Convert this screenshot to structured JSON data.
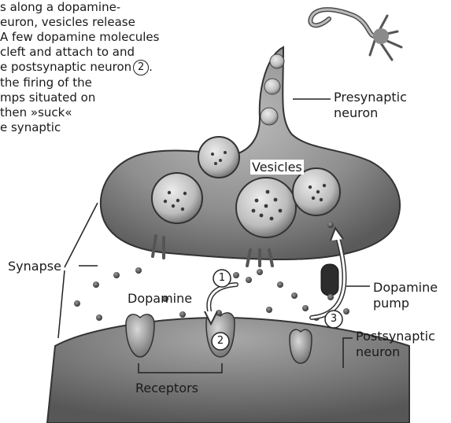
{
  "caption": {
    "lines": [
      "s along a dopamine-",
      "euron, vesicles release",
      "A few dopamine molecules",
      "cleft and attach to and",
      "e postsynaptic neuron",
      "the firing of the",
      "mps situated on",
      "then »suck«",
      "e synaptic"
    ],
    "step_ref": "2"
  },
  "labels": {
    "presynaptic": [
      "Presynaptic",
      "neuron"
    ],
    "vesicles": "Vesicles",
    "synapse": "Synapse",
    "dopamine": "Dopamine",
    "dopamine_pump": [
      "Dopamine",
      "pump"
    ],
    "postsynaptic": [
      "Postsynaptic",
      "neuron"
    ],
    "receptors": "Receptors"
  },
  "steps": [
    "1",
    "2",
    "3"
  ]
}
